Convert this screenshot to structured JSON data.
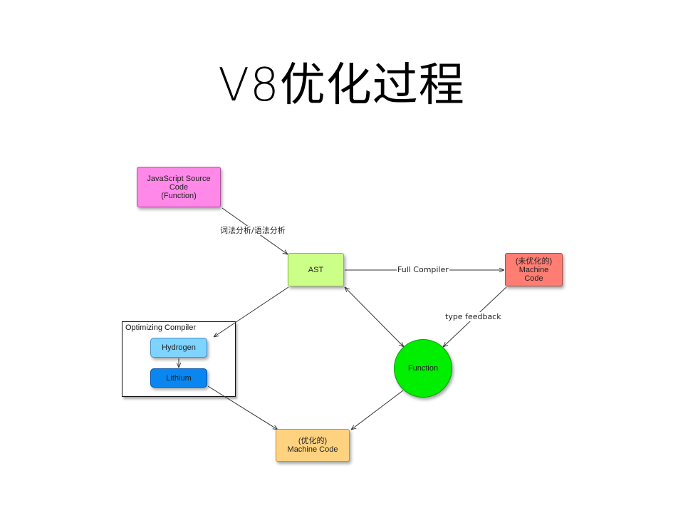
{
  "title": "V8优化过程",
  "nodes": {
    "source": "JavaScript Source\nCode\n(Function)",
    "ast": "AST",
    "unopt": "(未优化的)\nMachine\nCode",
    "hydrogen": "Hydrogen",
    "lithium": "Lithium",
    "function": "Function",
    "opt": "(优化的)\nMachine Code"
  },
  "group": {
    "label": "Optimizing Compiler"
  },
  "edges": {
    "parse": "词法分析/语法分析",
    "full_compiler": "Full Compiler",
    "type_feedback": "type feedback"
  },
  "colors": {
    "source": "#ff88e8",
    "ast": "#ccff88",
    "unopt": "#ff7d72",
    "hydrogen": "#7fd3ff",
    "lithium": "#0a86f0",
    "function": "#00ee00",
    "opt": "#ffd280"
  }
}
